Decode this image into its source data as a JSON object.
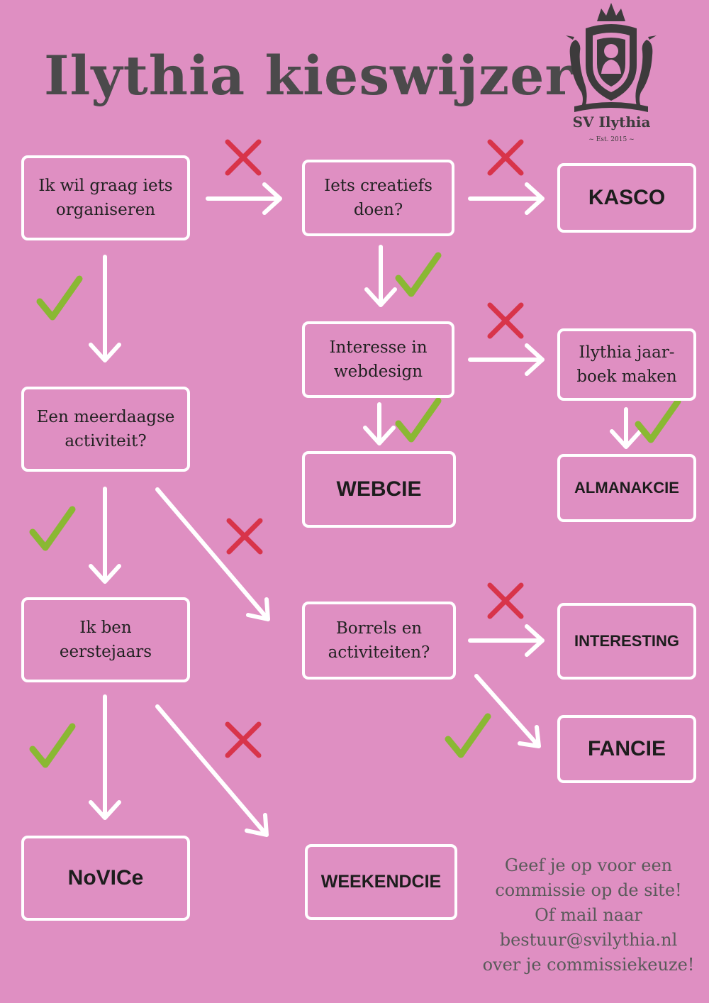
{
  "title": "Ilythia kieswijzer",
  "logo": {
    "name": "SV Ilythia",
    "est": "~ Est. 2015 ~"
  },
  "questions": {
    "organiseren": [
      "Ik wil graag iets",
      "organiseren"
    ],
    "creatief": [
      "Iets creatiefs",
      "doen?"
    ],
    "webdesign": [
      "Interesse in",
      "webdesign"
    ],
    "jaarboek": [
      "Ilythia jaar-",
      "boek maken"
    ],
    "meerdaagse": [
      "Een meerdaagse",
      "activiteit?"
    ],
    "eerstejaars": [
      "Ik ben",
      "eerstejaars"
    ],
    "borrels": [
      "Borrels en",
      "activiteiten?"
    ]
  },
  "committees": {
    "kasco": "KASCO",
    "webcie": "WEBCIE",
    "almanakcie": "ALMANAKCIE",
    "interesting": "INTERESTING",
    "fancie": "FANCIE",
    "novice": "NoVICe",
    "weekendcie": "WEEKENDCIE"
  },
  "footer": [
    "Geef je op voor een",
    "commissie op de site!",
    "Of mail naar",
    "bestuur@svilythia.nl",
    "over je commissiekeuze!"
  ],
  "colors": {
    "background": "#df8fc2",
    "title": "#4b4a4b",
    "box_border": "#ffffff",
    "check": "#8ab833",
    "cross": "#d8344a"
  },
  "icons": [
    "check-icon",
    "cross-icon",
    "arrow-icon",
    "crest-icon"
  ]
}
